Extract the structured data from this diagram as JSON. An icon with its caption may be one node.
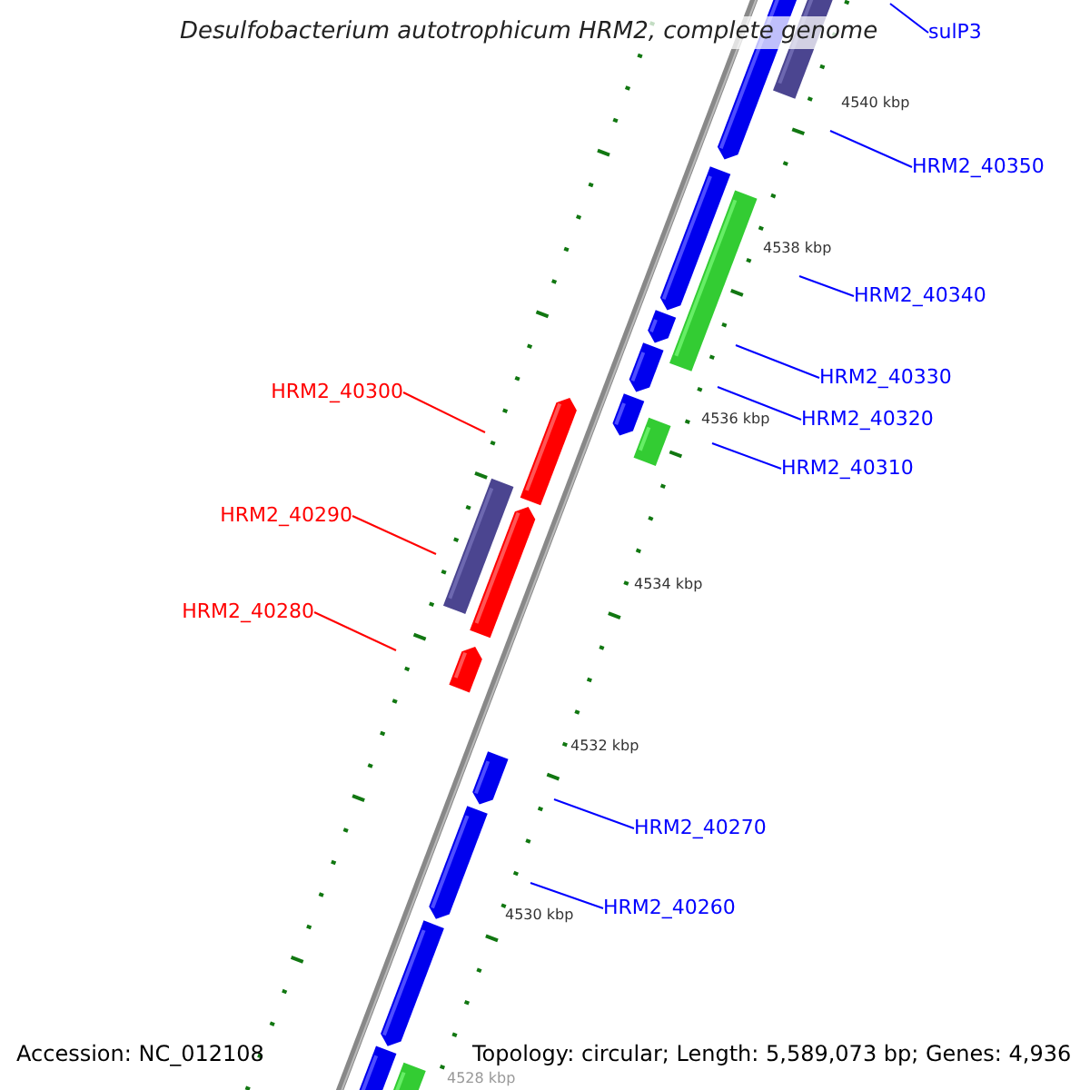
{
  "diagram": {
    "title": "Desulfobacterium autotrophicum HRM2, complete genome",
    "nodes": [
      {
        "text": [
          "sulP3"
        ]
      },
      {
        "text": [
          "HRM2_40350"
        ]
      },
      {
        "text": [
          "HRM2_40340"
        ]
      },
      {
        "text": [
          "HRM2_40330"
        ]
      },
      {
        "text": [
          "HRM2_40320"
        ]
      },
      {
        "text": [
          "HRM2_40310"
        ]
      },
      {
        "text": [
          "HRM2_40300"
        ]
      },
      {
        "text": [
          "HRM2_40290"
        ]
      },
      {
        "text": [
          "HRM2_40280"
        ]
      },
      {
        "text": [
          "HRM2_40270"
        ]
      },
      {
        "text": [
          "HRM2_40260"
        ]
      }
    ],
    "edges": [
      {
        "from": 0,
        "to": null,
        "arrow": "none"
      },
      {
        "from": 1,
        "to": null,
        "arrow": "none"
      },
      {
        "from": 2,
        "to": null,
        "arrow": "none"
      },
      {
        "from": 3,
        "to": null,
        "arrow": "none"
      },
      {
        "from": 4,
        "to": null,
        "arrow": "none"
      },
      {
        "from": 5,
        "to": null,
        "arrow": "none"
      },
      {
        "from": 6,
        "to": null,
        "arrow": "none",
        "color": "#ff0000"
      },
      {
        "from": 7,
        "to": null,
        "arrow": "none",
        "color": "#ff0000"
      },
      {
        "from": 8,
        "to": null,
        "arrow": "none",
        "color": "#ff0000"
      },
      {
        "from": 9,
        "to": null,
        "arrow": "none"
      },
      {
        "from": 10,
        "to": null,
        "arrow": "none"
      }
    ],
    "labels": [
      "4540 kbp",
      "4538 kbp",
      "4536 kbp",
      "4534 kbp",
      "4532 kbp",
      "4530 kbp",
      "Accession: NC_012108",
      "Topology: circular; Length: 5,589,073 bp; Genes: 4,936",
      "4528 kbp"
    ]
  }
}
